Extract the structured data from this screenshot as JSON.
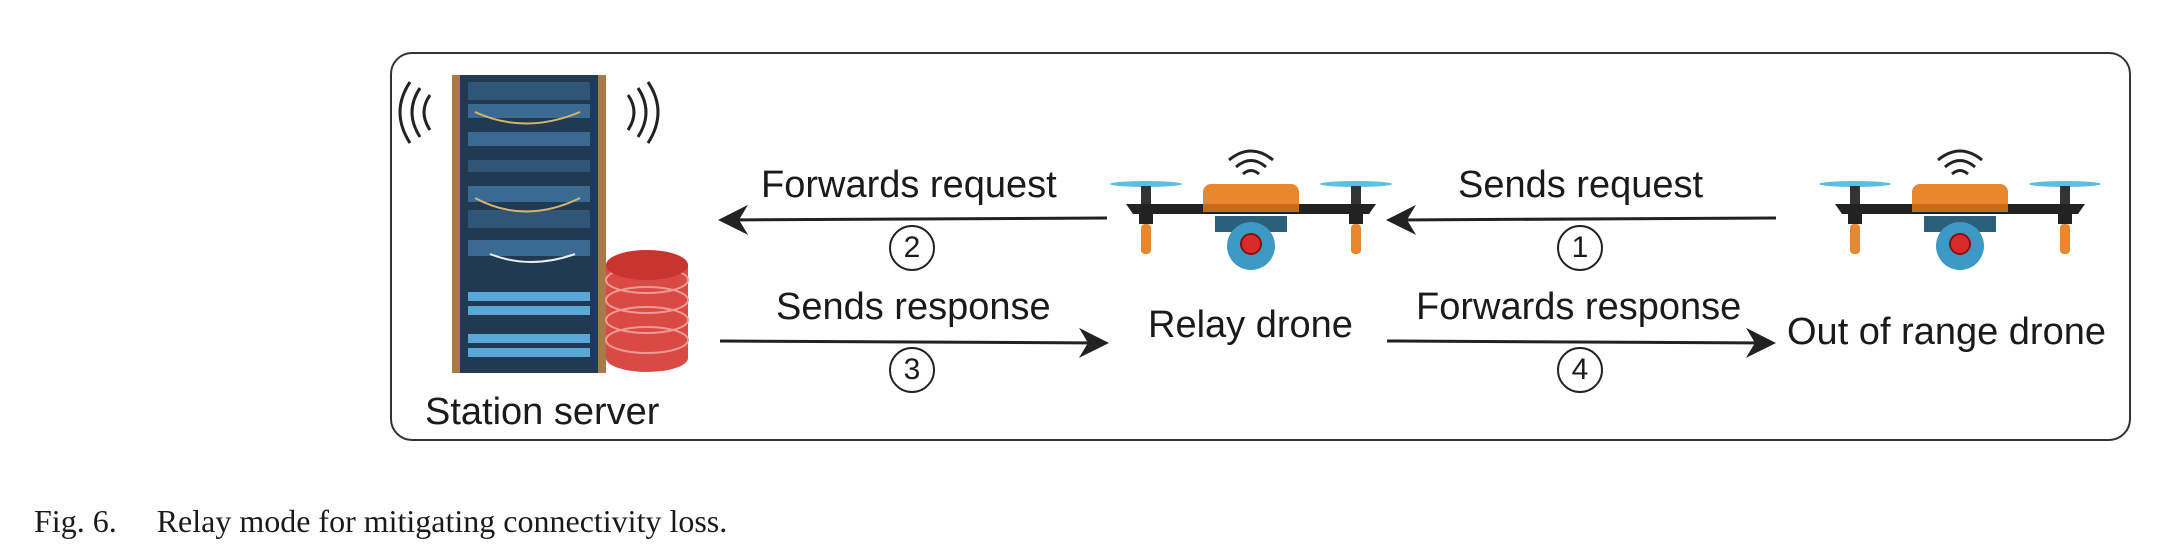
{
  "nodes": {
    "station": {
      "label": "Station server"
    },
    "relay": {
      "label": "Relay drone"
    },
    "remote": {
      "label": "Out of range drone"
    }
  },
  "steps": [
    {
      "number": "1",
      "label": "Sends request",
      "from": "Out of range drone",
      "to": "Relay drone"
    },
    {
      "number": "2",
      "label": "Forwards request",
      "from": "Relay drone",
      "to": "Station server"
    },
    {
      "number": "3",
      "label": "Sends response",
      "from": "Station server",
      "to": "Relay drone"
    },
    {
      "number": "4",
      "label": "Forwards response",
      "from": "Relay drone",
      "to": "Out of range drone"
    }
  ],
  "caption": {
    "fig": "Fig. 6.",
    "text": "Relay mode for mitigating connectivity loss."
  },
  "icons": [
    "server-rack-icon",
    "database-icon",
    "wifi-signal-icon",
    "drone-icon"
  ],
  "colors": {
    "rack": "#2a4a66",
    "rack_accent": "#5aa8d8",
    "database": "#d94a45",
    "drone_body": "#e8872e",
    "drone_camera": "#3d9ac4",
    "drone_lens": "#d92b2b",
    "arrow": "#222222"
  }
}
